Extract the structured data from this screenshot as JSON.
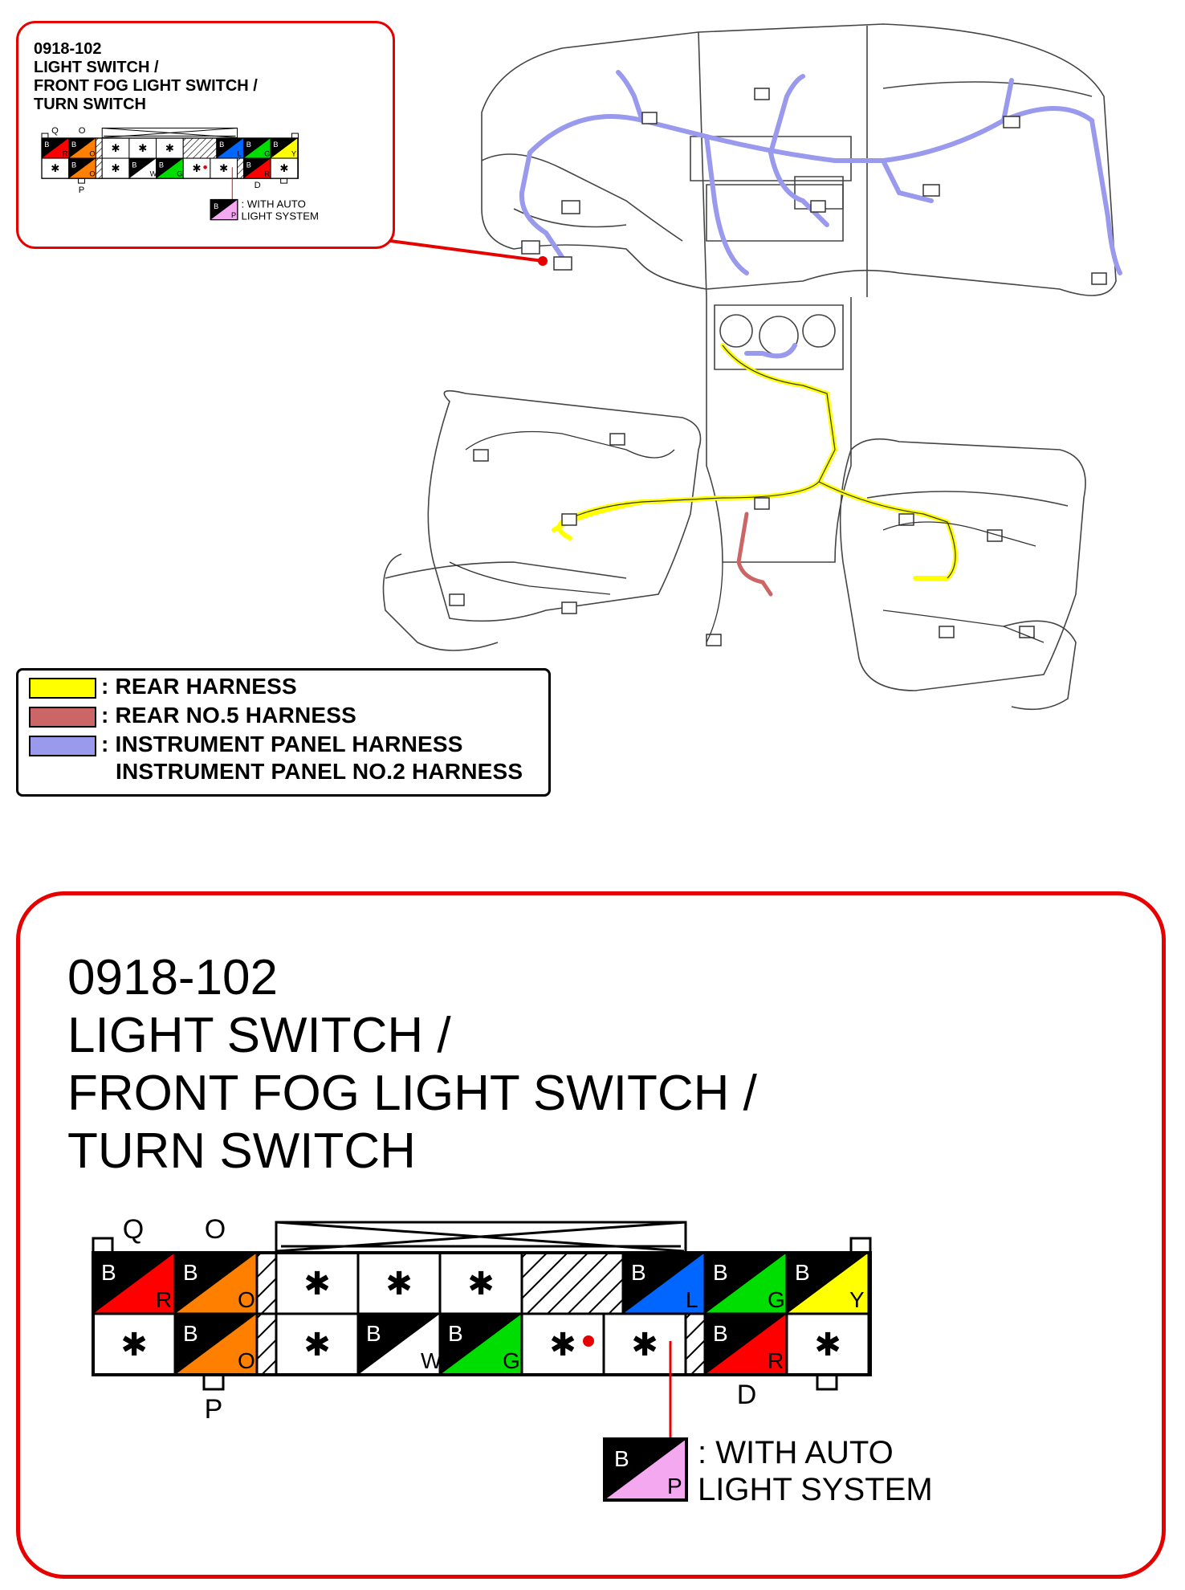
{
  "connector": {
    "code": "0918-102",
    "name_lines": [
      "LIGHT SWITCH /",
      "FRONT FOG LIGHT SWITCH /",
      "TURN SWITCH"
    ],
    "pin_labels": {
      "q": "Q",
      "o": "O",
      "p": "P",
      "d": "D"
    },
    "top_row": [
      {
        "type": "wire",
        "base": "B",
        "stripe": "R",
        "stripe_color": "#ff0000"
      },
      {
        "type": "wire",
        "base": "B",
        "stripe": "O",
        "stripe_color": "#ff8000"
      },
      {
        "type": "hatch_narrow"
      },
      {
        "type": "star",
        "symbol": "✱"
      },
      {
        "type": "star",
        "symbol": "✱"
      },
      {
        "type": "star",
        "symbol": "✱"
      },
      {
        "type": "hatch_wide"
      },
      {
        "type": "wire",
        "base": "B",
        "stripe": "L",
        "stripe_color": "#0066ff"
      },
      {
        "type": "wire",
        "base": "B",
        "stripe": "G",
        "stripe_color": "#00dd00"
      },
      {
        "type": "wire",
        "base": "B",
        "stripe": "Y",
        "stripe_color": "#ffff00"
      }
    ],
    "bottom_row": [
      {
        "type": "star",
        "symbol": "✱"
      },
      {
        "type": "wire",
        "base": "B",
        "stripe": "O",
        "stripe_color": "#ff8000"
      },
      {
        "type": "hatch_narrow"
      },
      {
        "type": "star",
        "symbol": "✱"
      },
      {
        "type": "wire",
        "base": "B",
        "stripe": "W",
        "stripe_color": "#ffffff"
      },
      {
        "type": "wire",
        "base": "B",
        "stripe": "G",
        "stripe_color": "#00dd00"
      },
      {
        "type": "star",
        "symbol": "✱",
        "callout": true
      },
      {
        "type": "star",
        "symbol": "✱"
      },
      {
        "type": "hatch_narrow"
      },
      {
        "type": "wire",
        "base": "B",
        "stripe": "R",
        "stripe_color": "#ff0000"
      },
      {
        "type": "star",
        "symbol": "✱"
      }
    ],
    "callout": {
      "base": "B",
      "stripe": "P",
      "stripe_color": "#f4a8f0",
      "text_lines": [
        ": WITH AUTO",
        "LIGHT SYSTEM"
      ]
    }
  },
  "legend": {
    "items": [
      {
        "color": "#ffff00",
        "label": ": REAR HARNESS"
      },
      {
        "color": "#cc6666",
        "label": ": REAR NO.5 HARNESS"
      },
      {
        "color": "#9999ee",
        "label": ": INSTRUMENT PANEL HARNESS"
      }
    ],
    "continuation": "INSTRUMENT PANEL NO.2 HARNESS"
  },
  "colors": {
    "frame_red": "#e60000",
    "rear_harness": "#ffff00",
    "rear_no5_harness": "#cc6666",
    "instrument_panel_harness": "#9999ee"
  },
  "icons": [
    "connector-pinout-icon",
    "vehicle-wiring-illustration-icon",
    "star-terminal-icon",
    "hatched-blank-icon"
  ]
}
